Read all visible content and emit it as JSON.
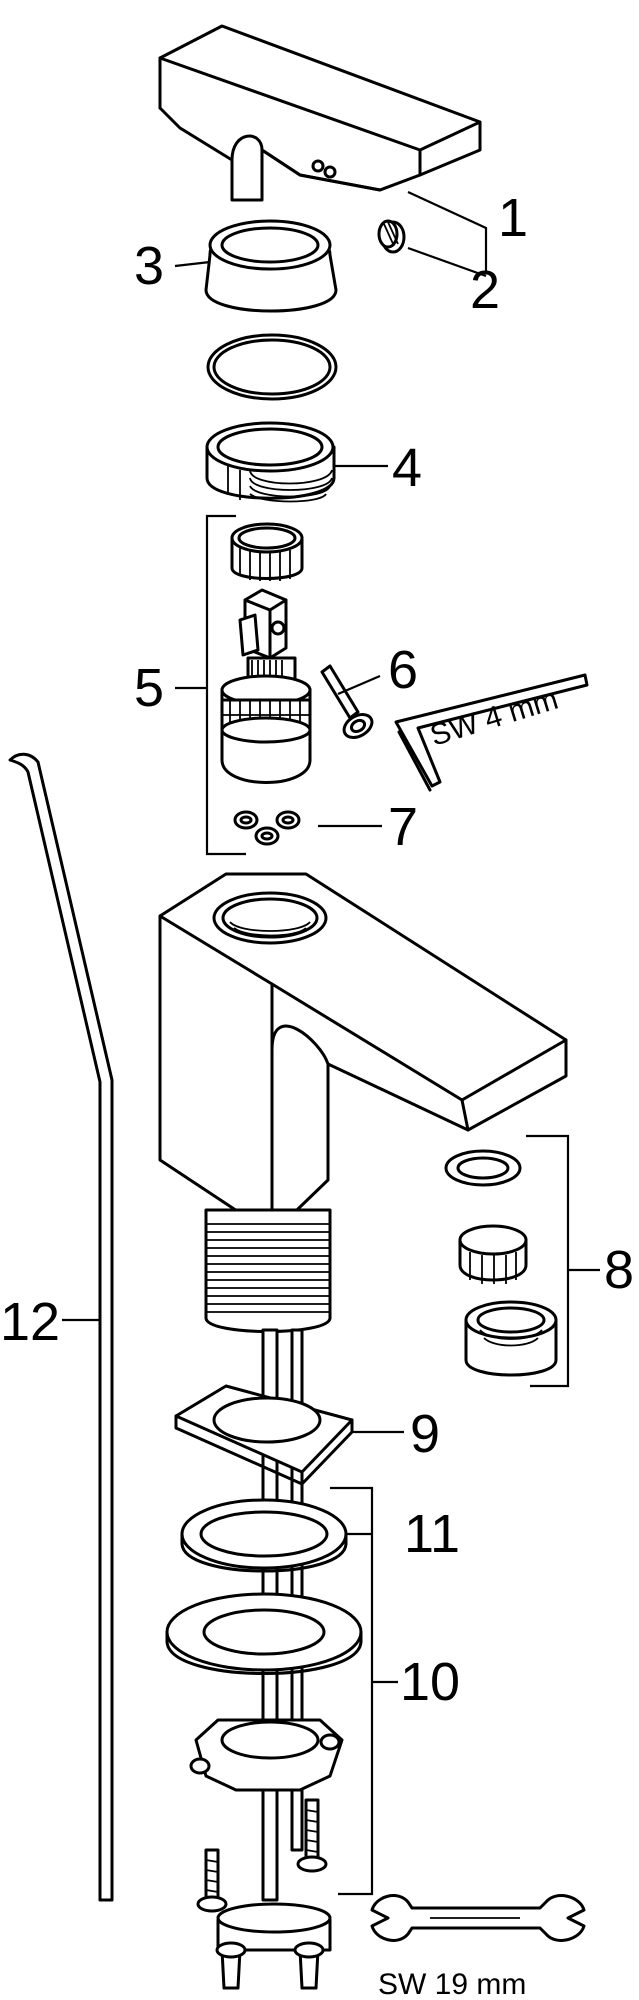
{
  "callouts": {
    "c1": "1",
    "c2": "2",
    "c3": "3",
    "c4": "4",
    "c5": "5",
    "c6": "6",
    "c7": "7",
    "c8": "8",
    "c9": "9",
    "c10": "10",
    "c11": "11",
    "c12": "12"
  },
  "tools": {
    "hex_key_label": "SW 4 mm",
    "wrench_label": "SW 19 mm"
  },
  "icons": {
    "hex_key": "hex-key-icon",
    "wrench": "open-end-wrench-icon"
  }
}
